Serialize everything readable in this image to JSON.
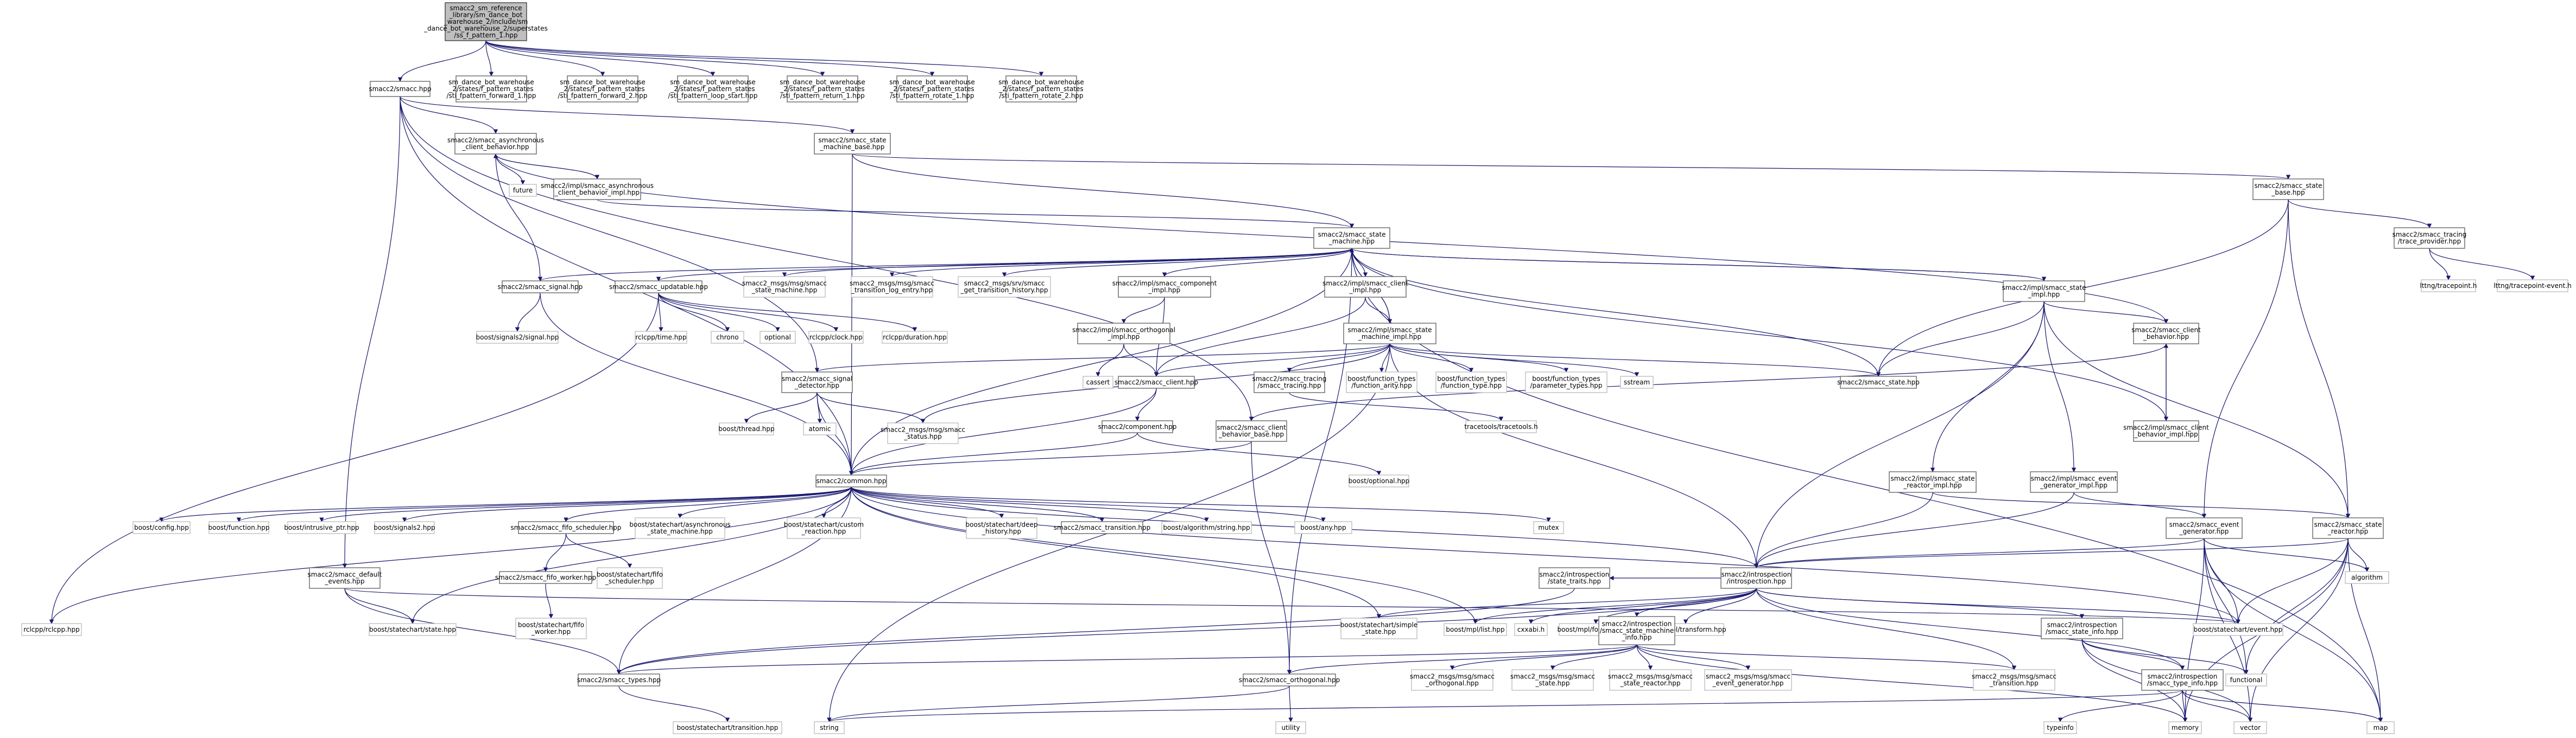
{
  "colors": {
    "edge": "#191970",
    "root_fill": "#bfbfbf",
    "node_fill": "#ffffff",
    "node_border": "#666666",
    "external_border": "#bfbfbf"
  },
  "nodes": [
    {
      "id": "root",
      "kind": "root",
      "lines": [
        "smacc2_sm_reference",
        "_library/sm_dance_bot",
        "_warehouse_2/include/sm",
        "_dance_bot_warehouse_2/superstates",
        "/ss_f_pattern_1.hpp"
      ]
    },
    {
      "id": "smacc_hpp",
      "kind": "normal",
      "lines": [
        "smacc2/smacc.hpp"
      ]
    },
    {
      "id": "fwd1",
      "kind": "normal",
      "lines": [
        "sm_dance_bot_warehouse",
        "_2/states/f_pattern_states",
        "/sti_fpattern_forward_1.hpp"
      ]
    },
    {
      "id": "fwd2",
      "kind": "normal",
      "lines": [
        "sm_dance_bot_warehouse",
        "_2/states/f_pattern_states",
        "/sti_fpattern_forward_2.hpp"
      ]
    },
    {
      "id": "loop",
      "kind": "normal",
      "lines": [
        "sm_dance_bot_warehouse",
        "_2/states/f_pattern_states",
        "/sti_fpattern_loop_start.hpp"
      ]
    },
    {
      "id": "ret1",
      "kind": "normal",
      "lines": [
        "sm_dance_bot_warehouse",
        "_2/states/f_pattern_states",
        "/sti_fpattern_return_1.hpp"
      ]
    },
    {
      "id": "rot1",
      "kind": "normal",
      "lines": [
        "sm_dance_bot_warehouse",
        "_2/states/f_pattern_states",
        "/sti_fpattern_rotate_1.hpp"
      ]
    },
    {
      "id": "rot2",
      "kind": "normal",
      "lines": [
        "sm_dance_bot_warehouse",
        "_2/states/f_pattern_states",
        "/sti_fpattern_rotate_2.hpp"
      ]
    },
    {
      "id": "async_cb",
      "kind": "normal",
      "lines": [
        "smacc2/smacc_asynchronous",
        "_client_behavior.hpp"
      ]
    },
    {
      "id": "sm_base",
      "kind": "normal",
      "lines": [
        "smacc2/smacc_state",
        "_machine_base.hpp"
      ]
    },
    {
      "id": "future",
      "kind": "ext",
      "lines": [
        "future"
      ]
    },
    {
      "id": "async_cb_impl",
      "kind": "normal",
      "lines": [
        "smacc2/impl/smacc_asynchronous",
        "_client_behavior_impl.hpp"
      ]
    },
    {
      "id": "state_base",
      "kind": "normal",
      "lines": [
        "smacc2/smacc_state",
        "_base.hpp"
      ]
    },
    {
      "id": "tracing",
      "kind": "normal",
      "lines": [
        "smacc2/smacc_tracing",
        "/trace_provider.hpp"
      ]
    },
    {
      "id": "lttng_tp",
      "kind": "ext",
      "lines": [
        "lttng/tracepoint.h"
      ]
    },
    {
      "id": "lttng_tpe",
      "kind": "ext",
      "lines": [
        "lttng/tracepoint-event.h"
      ]
    },
    {
      "id": "sm_hpp",
      "kind": "normal",
      "lines": [
        "smacc2/smacc_state",
        "_machine.hpp"
      ]
    },
    {
      "id": "signal",
      "kind": "normal",
      "lines": [
        "smacc2/smacc_signal.hpp"
      ]
    },
    {
      "id": "updatable",
      "kind": "normal",
      "lines": [
        "smacc2/smacc_updatable.hpp"
      ]
    },
    {
      "id": "msg_sm",
      "kind": "ext",
      "lines": [
        "smacc2_msgs/msg/smacc",
        "_state_machine.hpp"
      ]
    },
    {
      "id": "msg_tle",
      "kind": "ext",
      "lines": [
        "smacc2_msgs/msg/smacc",
        "_transition_log_entry.hpp"
      ]
    },
    {
      "id": "srv_th",
      "kind": "ext",
      "lines": [
        "smacc2_msgs/srv/smacc",
        "_get_transition_history.hpp"
      ]
    },
    {
      "id": "comp_impl",
      "kind": "normal",
      "lines": [
        "smacc2/impl/smacc_component",
        "_impl.hpp"
      ]
    },
    {
      "id": "client_impl",
      "kind": "normal",
      "lines": [
        "smacc2/impl/smacc_client",
        "_impl.hpp"
      ]
    },
    {
      "id": "state_impl",
      "kind": "normal",
      "lines": [
        "smacc2/impl/smacc_state",
        "_impl.hpp"
      ]
    },
    {
      "id": "signals2",
      "kind": "ext",
      "lines": [
        "boost/signals2/signal.hpp"
      ]
    },
    {
      "id": "rclcpp_time",
      "kind": "ext",
      "lines": [
        "rclcpp/time.hpp"
      ]
    },
    {
      "id": "chrono",
      "kind": "ext",
      "lines": [
        "chrono"
      ]
    },
    {
      "id": "optional",
      "kind": "ext",
      "lines": [
        "optional"
      ]
    },
    {
      "id": "rclcpp_clock",
      "kind": "ext",
      "lines": [
        "rclcpp/clock.hpp"
      ]
    },
    {
      "id": "rclcpp_dur",
      "kind": "ext",
      "lines": [
        "rclcpp/duration.hpp"
      ]
    },
    {
      "id": "orth_impl",
      "kind": "normal",
      "lines": [
        "smacc2/impl/smacc_orthogonal",
        "_impl.hpp"
      ]
    },
    {
      "id": "sm_impl",
      "kind": "normal",
      "lines": [
        "smacc2/impl/smacc_state",
        "_machine_impl.hpp"
      ]
    },
    {
      "id": "cb",
      "kind": "normal",
      "lines": [
        "smacc2/smacc_client",
        "_behavior.hpp"
      ]
    },
    {
      "id": "cassert",
      "kind": "ext",
      "lines": [
        "cassert"
      ]
    },
    {
      "id": "client_hpp",
      "kind": "normal",
      "lines": [
        "smacc2/smacc_client.hpp"
      ]
    },
    {
      "id": "tracing2",
      "kind": "normal",
      "lines": [
        "smacc2/smacc_tracing",
        "/smacc_tracing.hpp"
      ]
    },
    {
      "id": "ft_any",
      "kind": "ext",
      "lines": [
        "boost/function_types",
        "/function_arity.hpp"
      ]
    },
    {
      "id": "ft_type",
      "kind": "ext",
      "lines": [
        "boost/function_types",
        "/function_type.hpp"
      ]
    },
    {
      "id": "ft_param",
      "kind": "ext",
      "lines": [
        "boost/function_types",
        "/parameter_types.hpp"
      ]
    },
    {
      "id": "sstream",
      "kind": "ext",
      "lines": [
        "sstream"
      ]
    },
    {
      "id": "state_hpp",
      "kind": "normal",
      "lines": [
        "smacc2/smacc_state.hpp"
      ]
    },
    {
      "id": "cb_impl",
      "kind": "normal",
      "lines": [
        "smacc2/impl/smacc_client",
        "_behavior_impl.hpp"
      ]
    },
    {
      "id": "sig_det",
      "kind": "normal",
      "lines": [
        "smacc2/smacc_signal",
        "_detector.hpp"
      ]
    },
    {
      "id": "component",
      "kind": "normal",
      "lines": [
        "smacc2/component.hpp"
      ]
    },
    {
      "id": "cb_base",
      "kind": "normal",
      "lines": [
        "smacc2/smacc_client",
        "_behavior_base.hpp"
      ]
    },
    {
      "id": "tracetools",
      "kind": "ext",
      "lines": [
        "tracetools/tracetools.h"
      ]
    },
    {
      "id": "bthread",
      "kind": "ext",
      "lines": [
        "boost/thread.hpp"
      ]
    },
    {
      "id": "atomic",
      "kind": "ext",
      "lines": [
        "atomic"
      ]
    },
    {
      "id": "msg_status",
      "kind": "ext",
      "lines": [
        "smacc2_msgs/msg/smacc",
        "_status.hpp"
      ]
    },
    {
      "id": "boptional",
      "kind": "ext",
      "lines": [
        "boost/optional.hpp"
      ]
    },
    {
      "id": "common",
      "kind": "normal",
      "lines": [
        "smacc2/common.hpp"
      ]
    },
    {
      "id": "mutex",
      "kind": "ext",
      "lines": [
        "mutex"
      ]
    },
    {
      "id": "sr_impl",
      "kind": "normal",
      "lines": [
        "smacc2/impl/smacc_state",
        "_reactor_impl.hpp"
      ]
    },
    {
      "id": "eg_impl",
      "kind": "normal",
      "lines": [
        "smacc2/impl/smacc_event",
        "_generator_impl.hpp"
      ]
    },
    {
      "id": "bconfig",
      "kind": "ext",
      "lines": [
        "boost/config.hpp"
      ]
    },
    {
      "id": "bfunction",
      "kind": "ext",
      "lines": [
        "boost/function.hpp"
      ]
    },
    {
      "id": "bintrusive",
      "kind": "ext",
      "lines": [
        "boost/intrusive_ptr.hpp"
      ]
    },
    {
      "id": "bsignals2",
      "kind": "ext",
      "lines": [
        "boost/signals2.hpp"
      ]
    },
    {
      "id": "fifo_sched",
      "kind": "normal",
      "lines": [
        "smacc2/smacc_fifo_scheduler.hpp"
      ]
    },
    {
      "id": "bsc_async",
      "kind": "ext",
      "lines": [
        "boost/statechart/asynchronous",
        "_state_machine.hpp"
      ]
    },
    {
      "id": "bsc_custom",
      "kind": "ext",
      "lines": [
        "boost/statechart/custom",
        "_reaction.hpp"
      ]
    },
    {
      "id": "bsc_deep",
      "kind": "ext",
      "lines": [
        "boost/statechart/deep",
        "_history.hpp"
      ]
    },
    {
      "id": "transition",
      "kind": "normal",
      "lines": [
        "smacc2/smacc_transition.hpp"
      ]
    },
    {
      "id": "balgo",
      "kind": "ext",
      "lines": [
        "boost/algorithm/string.hpp"
      ]
    },
    {
      "id": "bany",
      "kind": "ext",
      "lines": [
        "boost/any.hpp"
      ]
    },
    {
      "id": "event_gen",
      "kind": "normal",
      "lines": [
        "smacc2/smacc_event",
        "_generator.hpp"
      ]
    },
    {
      "id": "state_reactor",
      "kind": "normal",
      "lines": [
        "smacc2/smacc_state",
        "_reactor.hpp"
      ]
    },
    {
      "id": "fifo_worker",
      "kind": "normal",
      "lines": [
        "smacc2/smacc_fifo_worker.hpp"
      ]
    },
    {
      "id": "bsc_fifo_sched",
      "kind": "ext",
      "lines": [
        "boost/statechart/fifo",
        "_scheduler.hpp"
      ]
    },
    {
      "id": "default_events",
      "kind": "normal",
      "lines": [
        "smacc2/smacc_default",
        "_events.hpp"
      ]
    },
    {
      "id": "state_traits",
      "kind": "normal",
      "lines": [
        "smacc2/introspection",
        "/state_traits.hpp"
      ]
    },
    {
      "id": "introspection",
      "kind": "normal",
      "lines": [
        "smacc2/introspection",
        "/introspection.hpp"
      ]
    },
    {
      "id": "algorithm",
      "kind": "ext",
      "lines": [
        "algorithm"
      ]
    },
    {
      "id": "rclcpp",
      "kind": "ext",
      "lines": [
        "rclcpp/rclcpp.hpp"
      ]
    },
    {
      "id": "bsc_state",
      "kind": "ext",
      "lines": [
        "boost/statechart/state.hpp"
      ]
    },
    {
      "id": "bsc_fifo_worker",
      "kind": "ext",
      "lines": [
        "boost/statechart/fifo",
        "_worker.hpp"
      ]
    },
    {
      "id": "bsc_simple",
      "kind": "ext",
      "lines": [
        "boost/statechart/simple",
        "_state.hpp"
      ]
    },
    {
      "id": "bmpl_list",
      "kind": "ext",
      "lines": [
        "boost/mpl/list.hpp"
      ]
    },
    {
      "id": "cxxabi",
      "kind": "ext",
      "lines": [
        "cxxabi.h"
      ]
    },
    {
      "id": "bmpl_foreach",
      "kind": "ext",
      "lines": [
        "boost/mpl/for_each.hpp"
      ]
    },
    {
      "id": "bmpl_transform",
      "kind": "ext",
      "lines": [
        "boost/mpl/transform.hpp"
      ]
    },
    {
      "id": "sm_info",
      "kind": "normal",
      "lines": [
        "smacc2/introspection",
        "/smacc_state_machine",
        "_info.hpp"
      ]
    },
    {
      "id": "state_info",
      "kind": "normal",
      "lines": [
        "smacc2/introspection",
        "/smacc_state_info.hpp"
      ]
    },
    {
      "id": "bsc_event",
      "kind": "ext",
      "lines": [
        "boost/statechart/event.hpp"
      ]
    },
    {
      "id": "types",
      "kind": "normal",
      "lines": [
        "smacc2/smacc_types.hpp"
      ]
    },
    {
      "id": "orthogonal",
      "kind": "normal",
      "lines": [
        "smacc2/smacc_orthogonal.hpp"
      ]
    },
    {
      "id": "msg_orth",
      "kind": "ext",
      "lines": [
        "smacc2_msgs/msg/smacc",
        "_orthogonal.hpp"
      ]
    },
    {
      "id": "msg_state",
      "kind": "ext",
      "lines": [
        "smacc2_msgs/msg/smacc",
        "_state.hpp"
      ]
    },
    {
      "id": "msg_sr",
      "kind": "ext",
      "lines": [
        "smacc2_msgs/msg/smacc",
        "_state_reactor.hpp"
      ]
    },
    {
      "id": "msg_eg",
      "kind": "ext",
      "lines": [
        "smacc2_msgs/msg/smacc",
        "_event_generator.hpp"
      ]
    },
    {
      "id": "msg_trans",
      "kind": "ext",
      "lines": [
        "smacc2_msgs/msg/smacc",
        "_transition.hpp"
      ]
    },
    {
      "id": "type_info",
      "kind": "normal",
      "lines": [
        "smacc2/introspection",
        "/smacc_type_info.hpp"
      ]
    },
    {
      "id": "functional",
      "kind": "ext",
      "lines": [
        "functional"
      ]
    },
    {
      "id": "bsc_transition",
      "kind": "ext",
      "lines": [
        "boost/statechart/transition.hpp"
      ]
    },
    {
      "id": "string",
      "kind": "ext",
      "lines": [
        "string"
      ]
    },
    {
      "id": "utility",
      "kind": "ext",
      "lines": [
        "utility"
      ]
    },
    {
      "id": "typeinfo",
      "kind": "ext",
      "lines": [
        "typeinfo"
      ]
    },
    {
      "id": "memory",
      "kind": "ext",
      "lines": [
        "memory"
      ]
    },
    {
      "id": "vector",
      "kind": "ext",
      "lines": [
        "vector"
      ]
    },
    {
      "id": "map",
      "kind": "ext",
      "lines": [
        "map"
      ]
    }
  ]
}
